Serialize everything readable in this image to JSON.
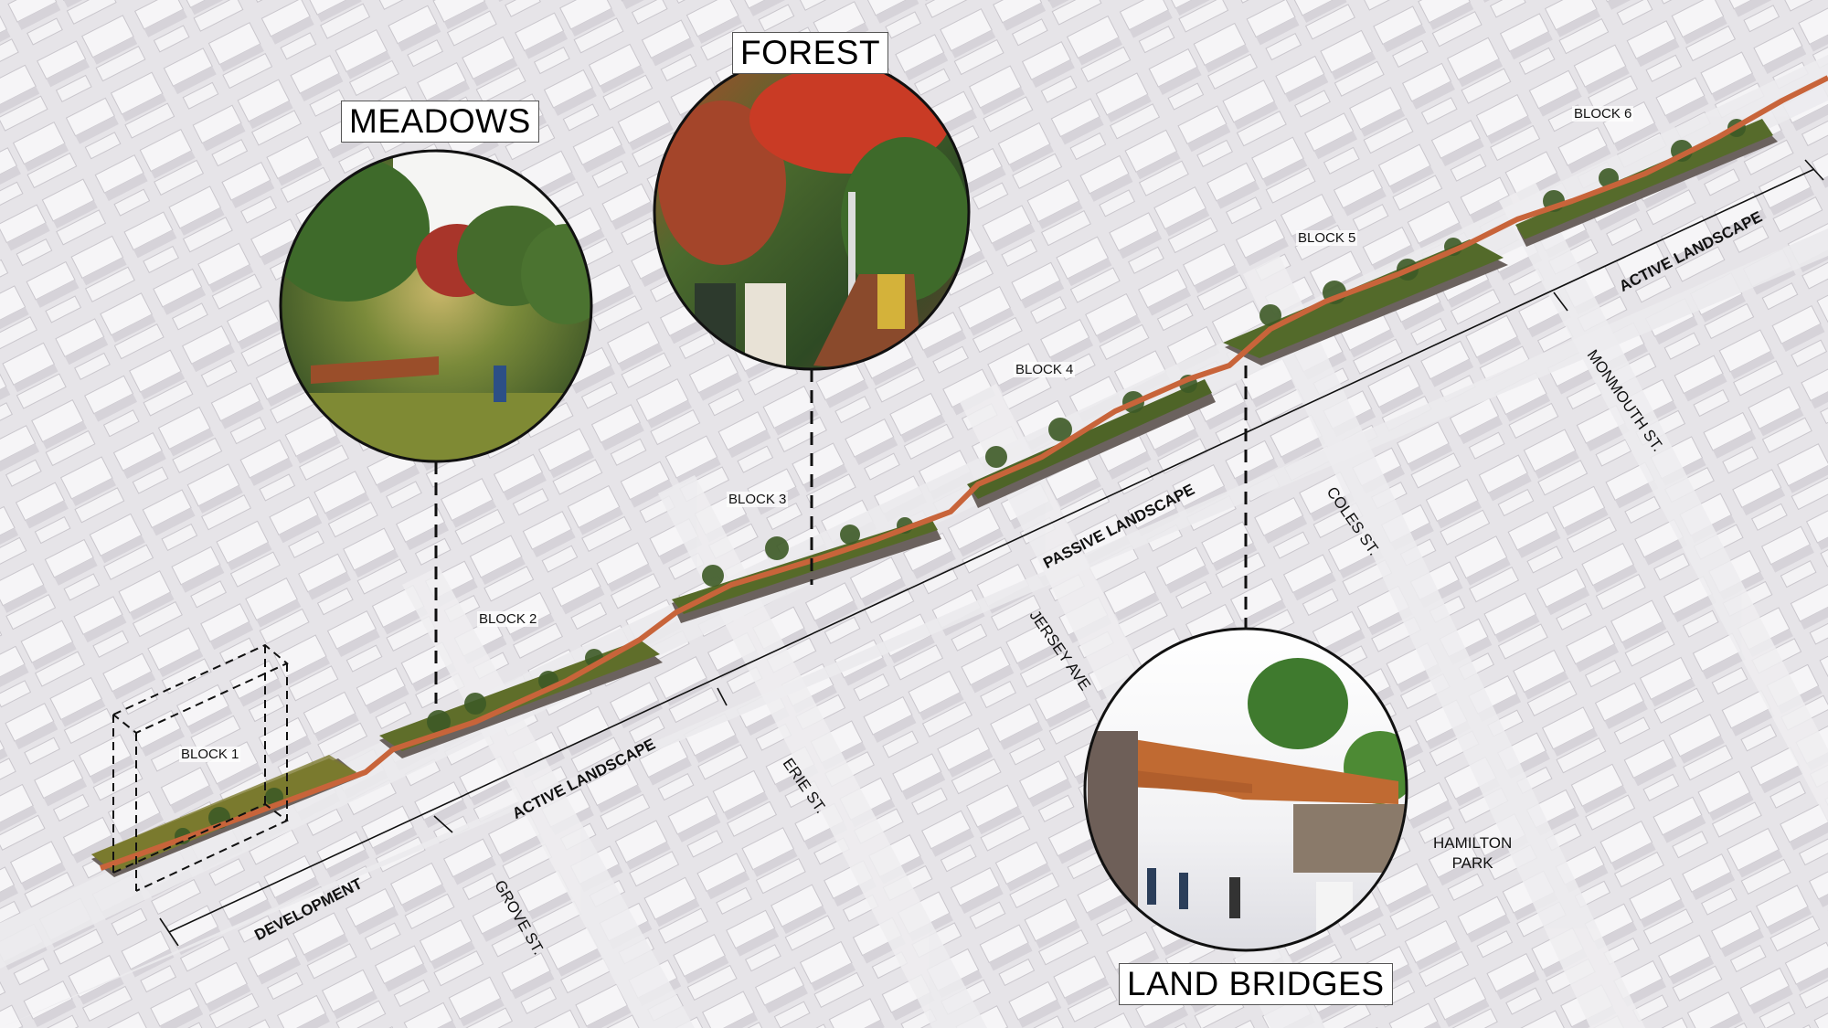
{
  "vignettes": [
    {
      "id": "meadows",
      "title": "MEADOWS",
      "scene": "park meadow with amphitheater seating, children and people among grasses and trees"
    },
    {
      "id": "forest",
      "title": "FOREST",
      "scene": "wooden boardwalk through red and green forest with hikers"
    },
    {
      "id": "land_bridges",
      "title": "LAND BRIDGES",
      "scene": "timber land bridge spanning street with pedestrians and stone abutments"
    }
  ],
  "blocks": [
    {
      "label": "BLOCK 1"
    },
    {
      "label": "BLOCK 2"
    },
    {
      "label": "BLOCK 3"
    },
    {
      "label": "BLOCK 4"
    },
    {
      "label": "BLOCK 5"
    },
    {
      "label": "BLOCK 6"
    }
  ],
  "segments": [
    {
      "label": "DEVELOPMENT"
    },
    {
      "label": "ACTIVE LANDSCAPE"
    },
    {
      "label": "PASSIVE LANDSCAPE"
    },
    {
      "label": "ACTIVE LANDSCAPE"
    }
  ],
  "streets": [
    {
      "label": "GROVE ST."
    },
    {
      "label": "ERIE ST."
    },
    {
      "label": "JERSEY AVE"
    },
    {
      "label": "COLES ST."
    },
    {
      "label": "MONMOUTH ST."
    }
  ],
  "places": [
    {
      "label": "HAMILTON\nPARK",
      "line1": "HAMILTON",
      "line2": "PARK"
    }
  ],
  "colors": {
    "background": "#e6e4e8",
    "building_top": "#f4f3f5",
    "building_side": "#d9d7db",
    "planter_green": "#5a6a2a",
    "planter_wall": "#6b625e",
    "path_orange": "#c8643a",
    "ink": "#111111"
  }
}
